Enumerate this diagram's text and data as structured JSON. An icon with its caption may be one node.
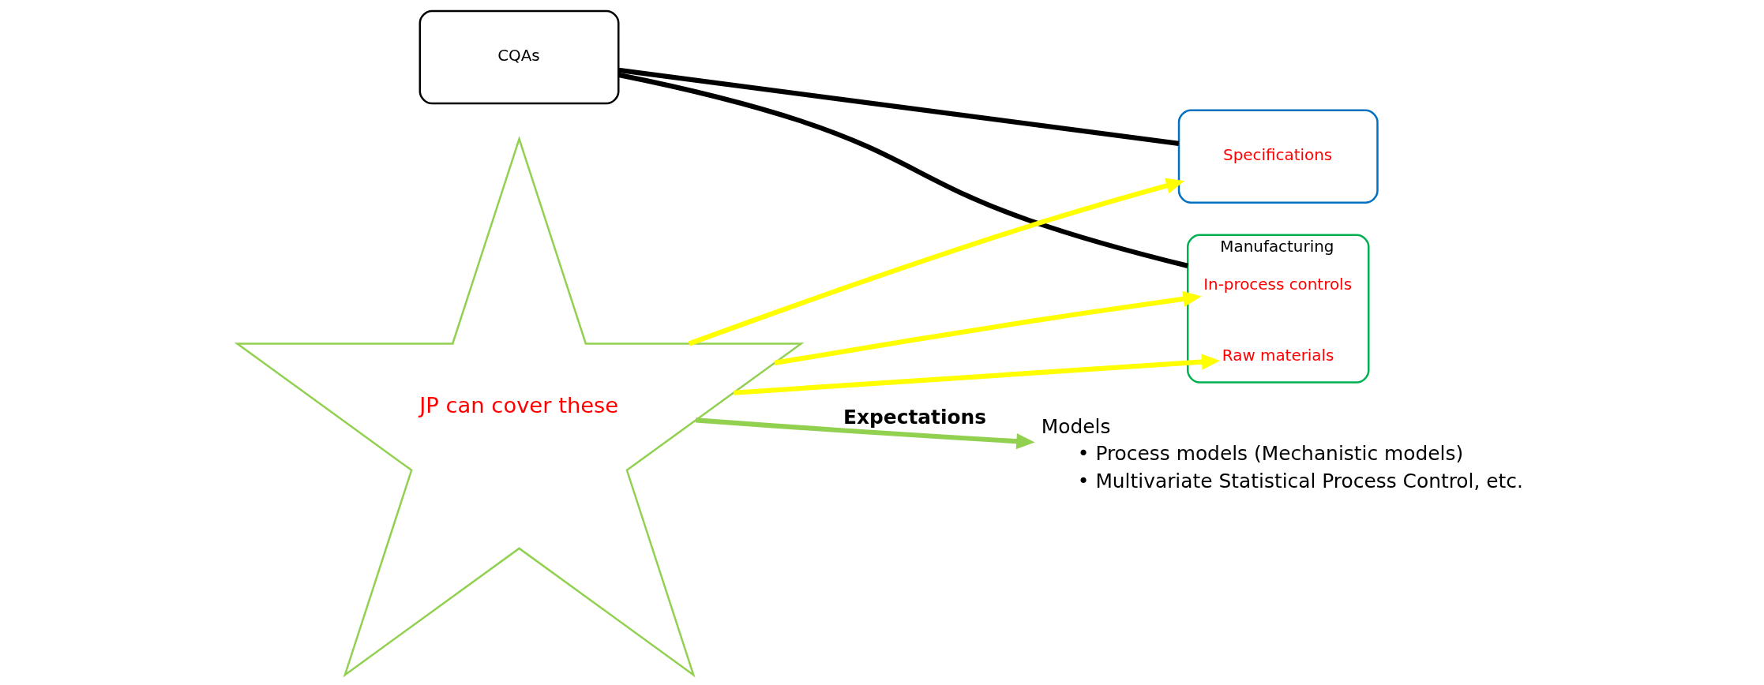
{
  "diagram": {
    "nodes": [
      {
        "text": [
          "CQAs"
        ]
      },
      {
        "text": [
          "Specifications"
        ]
      },
      {
        "text": [
          "Manufacturing"
        ]
      },
      {
        "text": [
          "In-process controls"
        ],
        "in": 2
      },
      {
        "text": [
          "Raw materials"
        ],
        "in": 2
      },
      {
        "text": [
          "JP can cover these"
        ]
      },
      {
        "text": [
          "Models",
          "• Process models (Mechanistic models)",
          "• Multivariate Statistical Process Control, etc."
        ]
      }
    ],
    "edges": [
      {
        "from": 0,
        "to": 1,
        "arrow": "none",
        "color": "#000000"
      },
      {
        "from": 0,
        "to": 2,
        "arrow": "none",
        "color": "#000000"
      },
      {
        "from": 5,
        "to": 1,
        "arrow": "to",
        "color": "#ffff00"
      },
      {
        "from": 5,
        "to": 3,
        "arrow": "to",
        "color": "#ffff00"
      },
      {
        "from": 5,
        "to": 4,
        "arrow": "to",
        "color": "#ffff00"
      },
      {
        "from": 5,
        "to": 6,
        "arrow": "to",
        "label": "Expectations",
        "color": "#92d050"
      }
    ]
  }
}
